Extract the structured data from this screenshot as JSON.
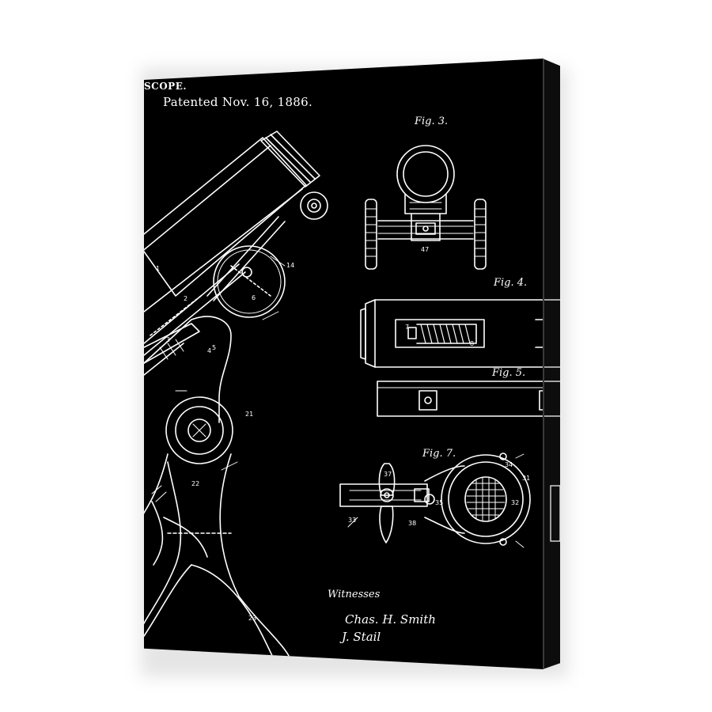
{
  "patent": {
    "title_fragment": "SCOPE.",
    "date": "Patented Nov. 16, 1886."
  },
  "figures": {
    "fig3": "Fig. 3.",
    "fig4": "Fig. 4.",
    "fig5": "Fig. 5.",
    "fig7": "Fig. 7."
  },
  "witnesses": {
    "label": "Witnesses",
    "signature_1": "Chas. H. Smith",
    "signature_2": "J. Stail"
  },
  "reference_numerals": [
    "1",
    "2",
    "3",
    "4",
    "5",
    "6",
    "7",
    "8",
    "14",
    "21",
    "22",
    "23",
    "31",
    "32",
    "33",
    "34",
    "35",
    "37",
    "38",
    "47"
  ],
  "colors": {
    "canvas": "#000000",
    "ink": "#ffffff",
    "background": "#ffffff"
  }
}
